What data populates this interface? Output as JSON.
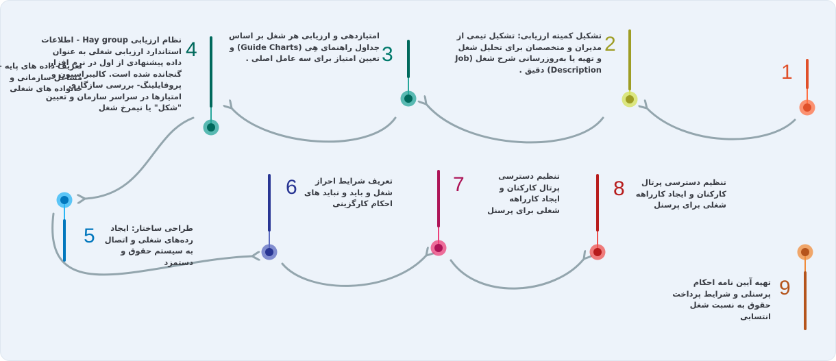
{
  "steps": [
    {
      "number": "1",
      "text": "تعریف داده های پایه - مشاغل سازمانی و خانواده های شغلی",
      "number_color": "#e0502a",
      "bar_color": "#e0502a",
      "dot_color": "#ff7043"
    },
    {
      "number": "2",
      "text": "تشکیل کمیته ارزیابی: تشکیل تیمی از مدیران و متخصصان برای تحلیل شغل و تهیه یا به‌روزرسانی شرح شغل (Job Description) دقیق .",
      "number_color": "#9e9d24",
      "bar_color": "#9e9d24",
      "dot_color": "#d4e157"
    },
    {
      "number": "3",
      "text": "امتیازدهی و ارزیابی هر شغل بر اساس جداول راهنمای هِی (Guide Charts) و تعیین امتیاز برای سه عامل اصلی .",
      "number_color": "#00796b",
      "bar_color": "#00695c",
      "dot_color": "#26a69a"
    },
    {
      "number": "4",
      "text": "نظام ارزیابی Hay group  - اطلاعات استاندارد ارزیابی شغلی به عنوان داده پیشنهادی از اول در نرم افزار گنجانده شده است. کالیبراسیون و پروفایلینگ- بررسی سازگاری امتیازها در سراسر سازمان و تعیین \"شکل\" یا نیمرخ شغل",
      "number_color": "#00695c",
      "bar_color": "#00695c",
      "dot_color": "#26a69a"
    },
    {
      "number": "5",
      "text": "طراحی ساختار: ایجاد رده‌های شغلی و اتصال به سیستم حقوق و دستمزد",
      "number_color": "#0277bd",
      "bar_color": "#0277bd",
      "dot_color": "#29b6f6"
    },
    {
      "number": "6",
      "text": "تعریف شرایط احراز شغل و باید و نباید های احکام کارگزینی",
      "number_color": "#283593",
      "bar_color": "#283593",
      "dot_color": "#5c6bc0"
    },
    {
      "number": "7",
      "text": "تنظیم دسترسی پرتال کارکنان و ایجاد کارراهه شغلی برای پرسنل",
      "number_color": "#ad1457",
      "bar_color": "#ad1457",
      "dot_color": "#ec407a"
    },
    {
      "number": "8",
      "text": "تنظیم دسترسی پرتال کارکنان و ایجاد کارراهه شغلی برای پرسنل",
      "number_color": "#b71c1c",
      "bar_color": "#b71c1c",
      "dot_color": "#ef5350"
    },
    {
      "number": "9",
      "text": "تهیه آیین نامه احکام پرسنلی و شرایط پرداخت حقوق به نسبت شغل انتسابی",
      "number_color": "#b5541c",
      "bar_color": "#b5541c",
      "dot_color": "#f08c3a"
    }
  ],
  "arrow_color": "#93a5ad"
}
